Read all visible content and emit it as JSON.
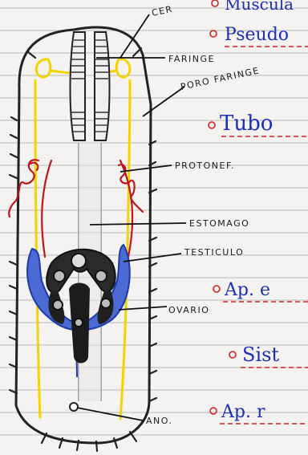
{
  "labels": {
    "cer": "CER",
    "faringe": "FARINGE",
    "poro_faringeo": "PORO FARINGE",
    "protonef": "PROTONEF.",
    "estomago": "ESTOMAGO",
    "testiculo": "TESTICULO",
    "ovario": "OVARIO",
    "ano": "ANO."
  },
  "notes": {
    "muscular": "Muscula",
    "pseudo": "Pseudo",
    "tubo": "Tubo",
    "ap_e": "Ap. e",
    "sist": "Sist",
    "ap_r": "Ap. r"
  },
  "colors": {
    "outline": "#222222",
    "pharynx_yellow": "#f1d400",
    "nephridia_red": "#c0141a",
    "testis_blue": "#2f52c9",
    "ovary_black": "#161616",
    "annotation_blue": "#1b2fb8",
    "annotation_red": "#d42020"
  }
}
